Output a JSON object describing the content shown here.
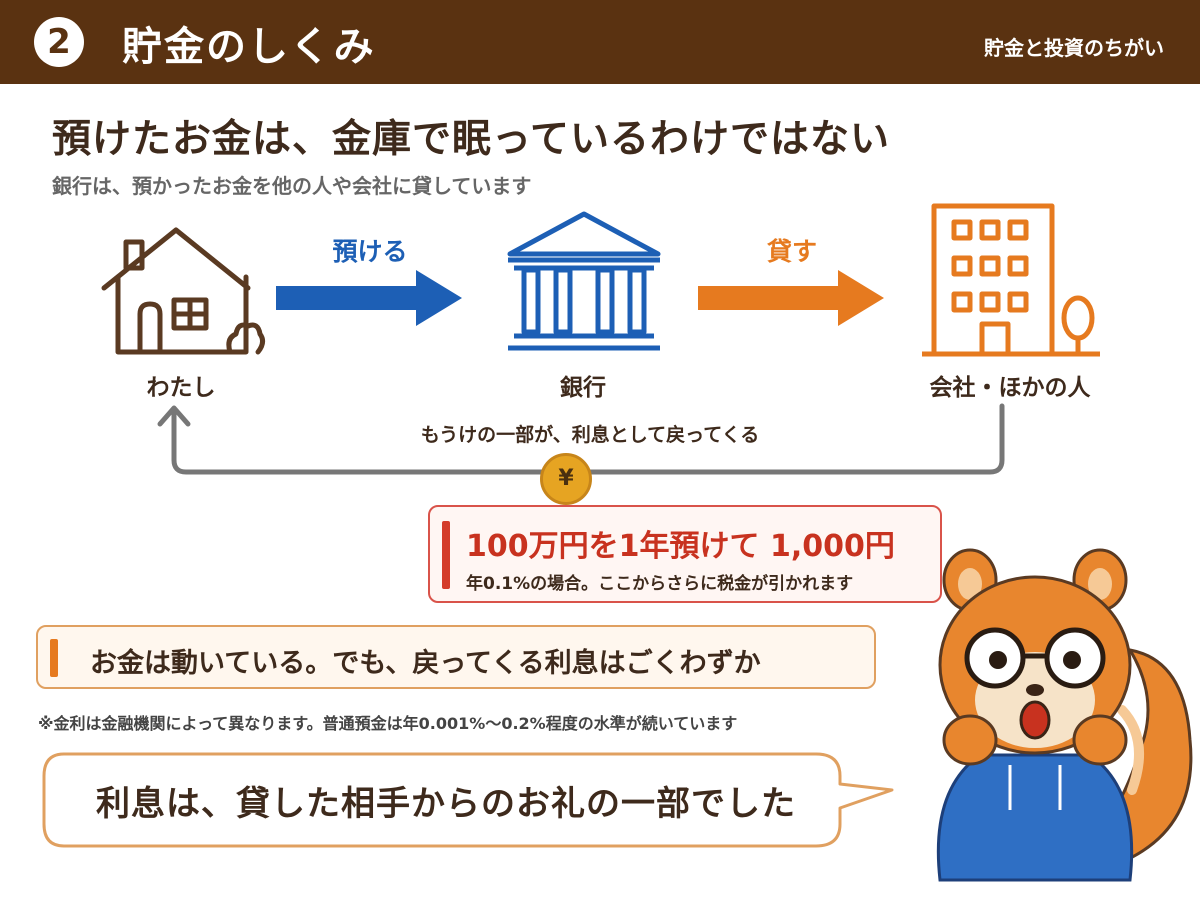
{
  "header": {
    "number": "2",
    "title": "貯金のしくみ",
    "subtitle": "貯金と投資のちがい"
  },
  "headline": "預けたお金は、金庫で眠っているわけではない",
  "lead": "銀行は、預かったお金を他の人や会社に貸しています",
  "flow": {
    "nodes": [
      {
        "label": "わたし",
        "icon": "house-icon"
      },
      {
        "label": "銀行",
        "icon": "bank-icon"
      },
      {
        "label": "会社・ほかの人",
        "icon": "building-icon"
      }
    ],
    "arrow1_label": "預ける",
    "arrow2_label": "貸す",
    "return_label": "もうけの一部が、利息として戻ってくる",
    "coin_symbol": "¥"
  },
  "result": {
    "main": "100万円を1年預けて 1,000円",
    "note": "年0.1%の場合。ここからさらに税金が引かれます"
  },
  "point": "お金は動いている。でも、戻ってくる利息はごくわずか",
  "footnote": "※金利は金融機関によって異なります。普通預金は年0.001%〜0.2%程度の水準が続いています",
  "bubble": "利息は、貸した相手からのお礼の一部でした",
  "colors": {
    "header_bg": "#5a3211",
    "deposit_blue": "#1d5fb5",
    "lend_orange": "#e67a1f",
    "result_red": "#c8321f",
    "return_gray": "#777777",
    "coin_gold": "#e6a422"
  }
}
